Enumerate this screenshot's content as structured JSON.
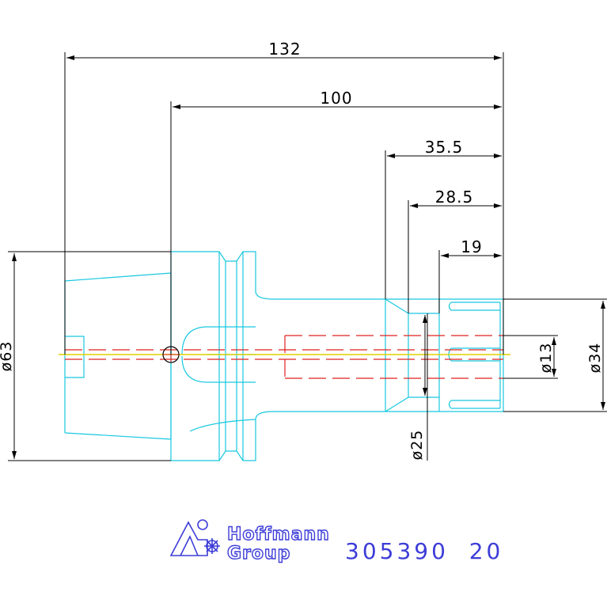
{
  "dimensions": {
    "overall_length": "132",
    "gauge_length": "100",
    "nut_length": "35.5",
    "collet_depth": "28.5",
    "bore_depth": "19",
    "flange_diameter": "ø63",
    "clamp_diameter": "ø13",
    "nut_diameter": "ø34",
    "shank_diameter": "ø25"
  },
  "logo": {
    "line1": "Hoffmann",
    "line2": "Group"
  },
  "part_number": "305390  20",
  "colors": {
    "outline": "#19c8e0",
    "hidden": "#e02020",
    "centerline": "#e0d000",
    "dimension": "#000000",
    "brand": "#3d3dd8"
  }
}
